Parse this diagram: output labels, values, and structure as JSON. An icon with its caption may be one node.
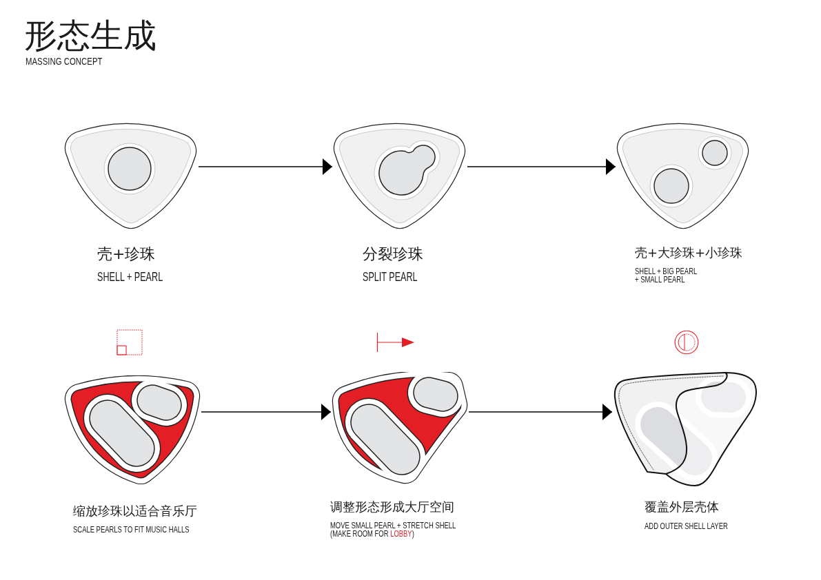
{
  "diagram": {
    "title": "形态生成",
    "nodes": [
      {
        "text": [],
        "shape": "picture",
        "beside": [
          "壳+珍珠",
          "SHELL + PEARL"
        ]
      },
      {
        "text": [],
        "shape": "picture",
        "beside": [
          "分裂珍珠",
          "SPLIT PEARL"
        ]
      },
      {
        "text": [],
        "shape": "picture",
        "beside": [
          "壳+大珍珠+小珍珠",
          "SHELL + BIG PEARL + SMALL PEARL"
        ]
      },
      {
        "text": [],
        "shape": "picture",
        "beside": [
          "缩放珍珠以适合音乐厅",
          "SCALE PEARLS TO FIT MUSIC HALLS"
        ]
      },
      {
        "text": [],
        "shape": "picture",
        "beside": [
          "调整形态形成大厅空间",
          "MOVE SMALL PEARL + STRETCH SHELL (MAKE ROOM FOR *LOBBY*)"
        ]
      },
      {
        "text": [],
        "shape": "picture",
        "beside": [
          "覆盖外层壳体",
          "ADD OUTER SHELL LAYER"
        ]
      }
    ],
    "edges": [
      {
        "from": 0,
        "to": 1,
        "arrow": "to"
      },
      {
        "from": 1,
        "to": 2,
        "arrow": "to"
      },
      {
        "from": 3,
        "to": 4,
        "arrow": "to"
      },
      {
        "from": 4,
        "to": 5,
        "arrow": "to"
      }
    ],
    "labels": [
      "MASSING CONCEPT"
    ]
  }
}
